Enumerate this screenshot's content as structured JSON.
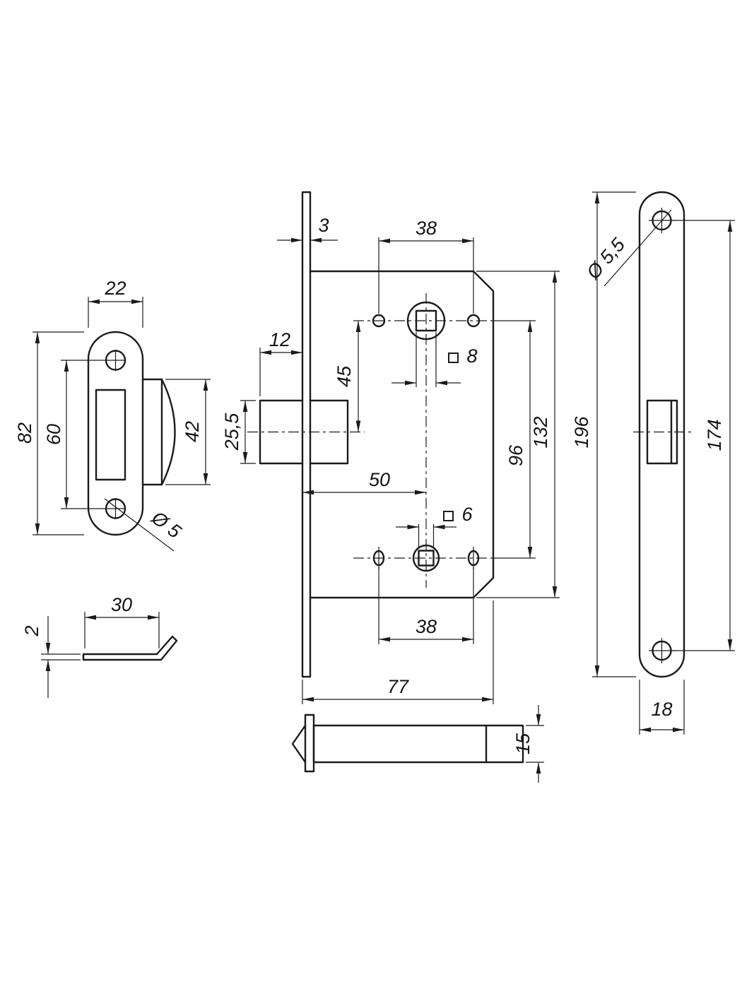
{
  "drawing": {
    "strike_plate": {
      "plate_width": "22",
      "plate_height": "82",
      "screw_spacing": "60",
      "tongue_height": "42",
      "screw_hole_dia": "Ø 5",
      "side_length": "30",
      "side_thickness": "2"
    },
    "lock_case": {
      "faceplate_thickness": "3",
      "handle_screw_spacing_top": "38",
      "latch_protrusion": "12",
      "latch_to_follower": "45",
      "follower_square": "8",
      "latch_height": "25,5",
      "backset": "50",
      "spindle_square": "6",
      "follower_spacing": "96",
      "case_height": "132",
      "faceplate_height": "196",
      "handle_screw_spacing_bottom": "38",
      "case_depth": "77"
    },
    "latch_bolt": {
      "thickness": "15"
    },
    "faceplate": {
      "screw_hole_dia": "Ø 5,5",
      "screw_spacing": "174",
      "width": "18"
    }
  }
}
